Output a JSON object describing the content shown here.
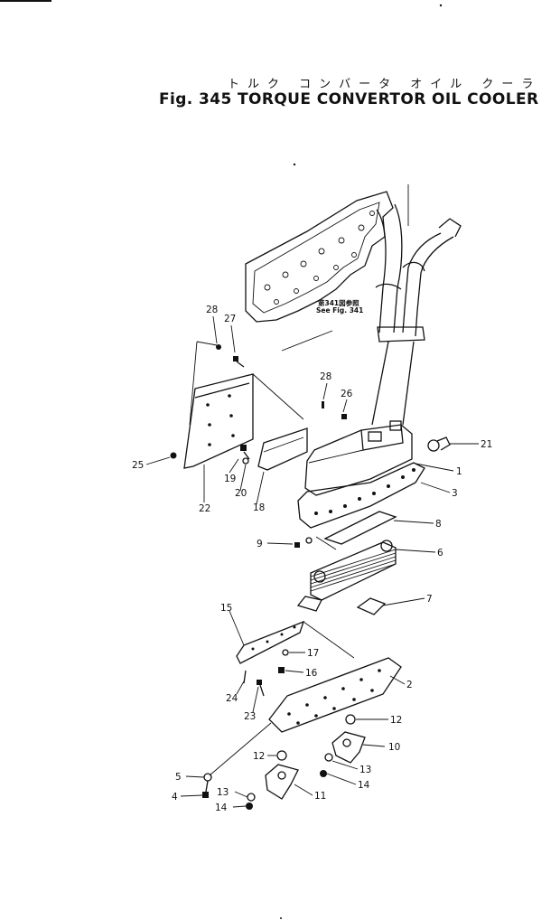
{
  "title": {
    "japanese": "トルク コンバータ オイル クーラ",
    "figure": "Fig. 345 TORQUE CONVERTOR OIL COOLER"
  },
  "reference_note": {
    "line1": "第341図参照",
    "line2": "See Fig. 341"
  },
  "callouts": [
    "28",
    "27",
    "28",
    "26",
    "21",
    "1",
    "3",
    "25",
    "19",
    "20",
    "18",
    "22",
    "8",
    "9",
    "6",
    "7",
    "15",
    "17",
    "16",
    "2",
    "24",
    "23",
    "12",
    "10",
    "12",
    "13",
    "5",
    "13",
    "14",
    "4",
    "11",
    "14"
  ]
}
